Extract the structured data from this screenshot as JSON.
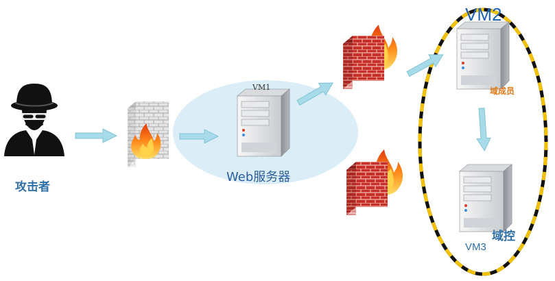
{
  "labels": {
    "attacker": "攻击者",
    "vm1": "VM1",
    "web_server": "Web服务器",
    "vm2": "VM2",
    "domain_member": "域成员",
    "domain_controller": "域控",
    "vm3": "VM3"
  },
  "icons": [
    "attacker-icon",
    "firewall-icon",
    "server-icon",
    "arrow-icon"
  ],
  "colors": {
    "zone_fill": "#dbeef7",
    "arrow": "#a8dbe9",
    "dash_yellow": "#f2c200",
    "dash_black": "#111111",
    "vm2_text": "#1f62b0",
    "member_text": "#e07a1a"
  }
}
